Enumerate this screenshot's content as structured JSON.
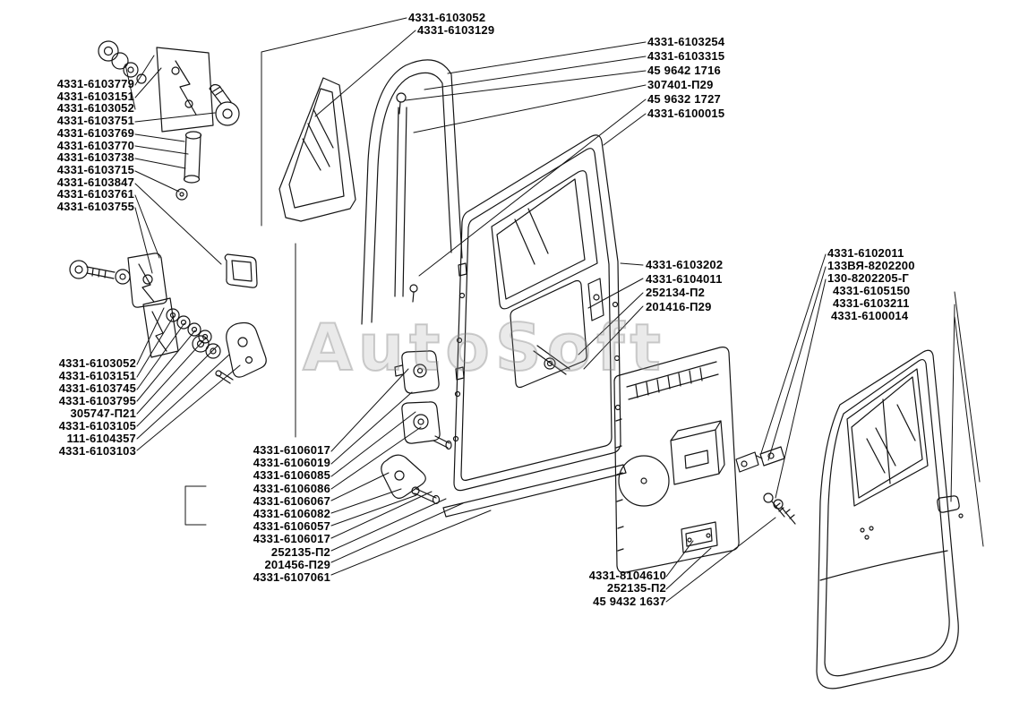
{
  "watermark": "AutoSoft",
  "labels": {
    "top_center": [
      "4331-6103052",
      "4331-6103129"
    ],
    "top_right": [
      "4331-6103254",
      "4331-6103315",
      "45 9642 1716",
      "307401-П29",
      "45 9632 1727",
      "4331-6100015"
    ],
    "left_upper": [
      "4331-6103779",
      "4331-6103151",
      "4331-6103052",
      "4331-6103751",
      "4331-6103769",
      "4331-6103770",
      "4331-6103738",
      "4331-6103715",
      "4331-6103847",
      "4331-6103761",
      "4331-6103755"
    ],
    "left_middle": [
      "4331-6103052",
      "4331-6103151",
      "4331-6103745",
      "4331-6103795",
      "305747-П21",
      "4331-6103105",
      "111-6104357",
      "4331-6103103"
    ],
    "door_middle": [
      "4331-6103202",
      "4331-6104011",
      "252134-П2",
      "201416-П29"
    ],
    "right_upper": [
      "4331-6102011",
      "133ВЯ-8202200",
      "130-8202205-Г",
      "4331-6105150",
      "4331-6103211",
      "4331-6100014"
    ],
    "bottom_left": [
      "4331-6106017",
      "4331-6106019",
      "4331-6106085",
      "4331-6106086",
      "4331-6106067",
      "4331-6106082",
      "4331-6106057",
      "4331-6106017",
      "252135-П2",
      "201456-П29",
      "4331-6107061"
    ],
    "bottom_center": [
      "4331-8104610",
      "252135-П2",
      "45 9432 1637"
    ]
  }
}
